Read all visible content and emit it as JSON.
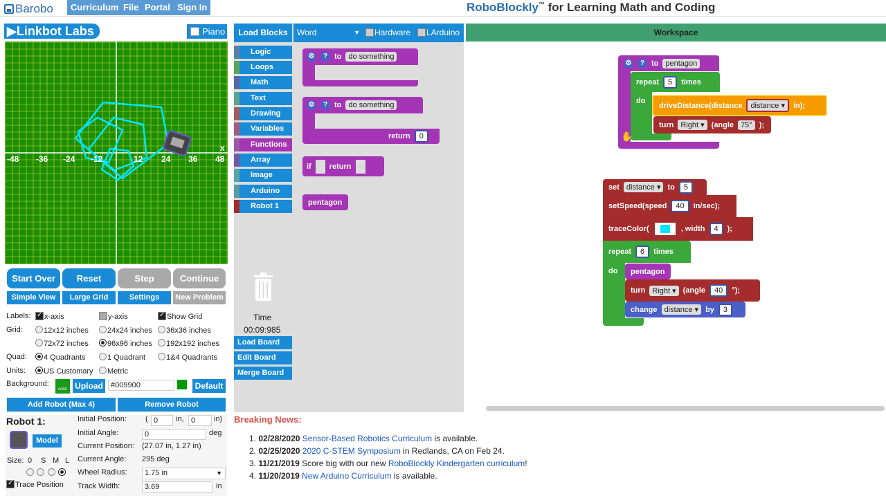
{
  "header": {
    "logo": "Barobo",
    "nav": [
      "Curriculum",
      "File",
      "Portal",
      "Sign In"
    ],
    "title_brand": "RoboBlockly",
    "title_tm": "™",
    "title_rest": "for Learning Math and Coding"
  },
  "left": {
    "brand": "Linkbot Labs",
    "piano": "Piano",
    "axis_labels": {
      "neg48": "-48",
      "neg36": "-36",
      "neg24": "-24",
      "neg12": "-12",
      "p12": "12",
      "p24": "24",
      "p36": "36",
      "p48": "48",
      "x": "x"
    },
    "buttons": [
      "Start Over",
      "Reset",
      "Step",
      "Continue"
    ],
    "sbuttons": [
      "Simple View",
      "Large Grid",
      "Settings",
      "New Problem"
    ],
    "labels_row": {
      "label": "Labels:",
      "x": "x-axis",
      "y": "y-axis",
      "grid": "Show Grid"
    },
    "grid_row": {
      "label": "Grid:",
      "o1": "12x12 inches",
      "o2": "24x24 inches",
      "o3": "36x36 inches",
      "o4": "72x72 inches",
      "o5": "96x96 inches",
      "o6": "192x192 inches"
    },
    "quad_row": {
      "label": "Quad:",
      "o1": "4 Quadrants",
      "o2": "1 Quadrant",
      "o3": "1&4 Quadrants"
    },
    "units_row": {
      "label": "Units:",
      "o1": "US Customary",
      "o2": "Metric"
    },
    "bg_row": {
      "label": "Background:",
      "color_tag": "color",
      "upload": "Upload",
      "hex": "#009900",
      "default": "Default",
      "swatch": "#009900"
    },
    "robot_buttons": {
      "add": "Add Robot (Max 4)",
      "remove": "Remove Robot"
    },
    "robot": {
      "title": "Robot 1:",
      "model": "Model",
      "size_label": "Size:",
      "sizes": [
        "0",
        "S",
        "M",
        "L"
      ],
      "trace": "Trace Position",
      "init_pos_label": "Initial Position:",
      "init_x": "0",
      "init_y": "0",
      "unit_in": "in,",
      "unit_in2": "in)",
      "paren": "(",
      "init_angle_label": "Initial Angle:",
      "init_angle": "0",
      "deg": "deg",
      "cur_pos_label": "Current Position:",
      "cur_pos": "(27.07 in, 1.27 in)",
      "cur_angle_label": "Current Angle:",
      "cur_angle": "295 deg",
      "wheel_label": "Wheel Radius:",
      "wheel": "1.75 in",
      "track_label": "Track Width:",
      "track": "3.69",
      "track_unit": "in"
    }
  },
  "toolbox": {
    "load_blocks": "Load Blocks",
    "word": "Word",
    "hardware": "Hardware",
    "larduino": "LArduino",
    "categories": [
      {
        "label": "Logic",
        "color": "#5b80a5"
      },
      {
        "label": "Loops",
        "color": "#5ba55b"
      },
      {
        "label": "Math",
        "color": "#5b67a5"
      },
      {
        "label": "Text",
        "color": "#5ba58c"
      },
      {
        "label": "Drawing",
        "color": "#a55b5b"
      },
      {
        "label": "Variables",
        "color": "#a55b80"
      },
      {
        "label": "Functions",
        "color": "#995ba5"
      },
      {
        "label": "Array",
        "color": "#745ba5"
      },
      {
        "label": "Image",
        "color": "#5ba5a5"
      },
      {
        "label": "Arduino",
        "color": "#5b9ba5"
      },
      {
        "label": "Robot 1",
        "color": "#a52a2a"
      }
    ],
    "flyout": {
      "to": "to",
      "do_something": "do something",
      "return": "return",
      "ret_val": "0",
      "if": "if",
      "pentagon": "pentagon"
    },
    "time_label": "Time",
    "time": "00:09:985",
    "board": [
      "Load Board",
      "Edit Board",
      "Merge Board"
    ]
  },
  "workspace": {
    "title": "Workspace",
    "def": {
      "to": "to",
      "name": "pentagon",
      "repeat": "repeat",
      "times_val": "5",
      "times": "times",
      "do": "do",
      "drive": "driveDistance(distance",
      "var": "distance",
      "in": "in);",
      "turn": "turn",
      "dir": "Right",
      "angle": "(angle",
      "angle_val": "75°",
      "close": ");"
    },
    "main": {
      "set": "set",
      "var": "distance",
      "to": "to",
      "set_val": "5",
      "speed": "setSpeed(speed",
      "speed_val": "40",
      "speed_unit": "in/sec);",
      "trace": "traceColor(",
      "width": ", width",
      "width_val": "4",
      "close": ");",
      "repeat": "repeat",
      "rep_val": "6",
      "times": "times",
      "do": "do",
      "call": "pentagon",
      "turn": "turn",
      "dir": "Right",
      "angle": "(angle",
      "angle_val": "40",
      "deg_close": "°);",
      "change": "change",
      "by": "by",
      "by_val": "3",
      "trace_color": "#00e5ff"
    }
  },
  "news": {
    "title": "Breaking News:",
    "items": [
      {
        "n": "1.",
        "date": "02/28/2020",
        "link": "Sensor-Based Robotics Curriculum",
        "rest": " is available."
      },
      {
        "n": "2.",
        "date": "02/25/2020",
        "link": "2020 C-STEM Symposium",
        "rest": " in Redlands, CA  on Feb 24."
      },
      {
        "n": "3.",
        "date": "11/21/2019",
        "pre": " Score big with our new ",
        "link": "RoboBlockly Kindergarten curriculum",
        "rest": "!"
      },
      {
        "n": "4.",
        "date": "11/20/2019",
        "link": "New Arduino Curriculum",
        "rest": "  is available."
      }
    ]
  }
}
